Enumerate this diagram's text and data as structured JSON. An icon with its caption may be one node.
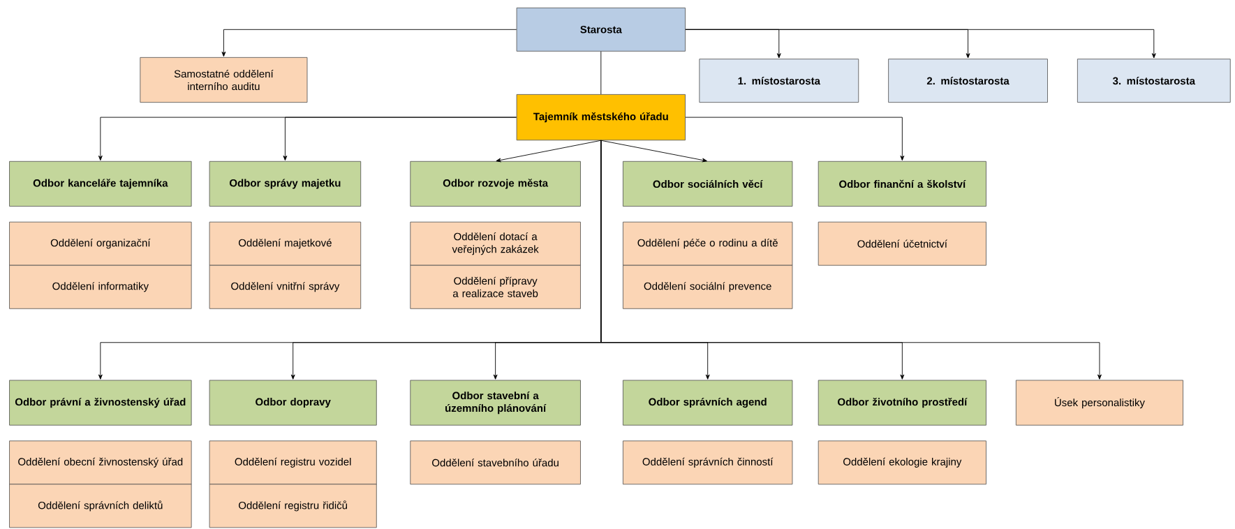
{
  "diagram": {
    "nodes": [
      {
        "text": [
          "Starosta"
        ]
      },
      {
        "text": [
          "Samostatné oddělení interního auditu"
        ]
      },
      {
        "text": [
          "1. místostarosta"
        ]
      },
      {
        "text": [
          "2. místostarosta"
        ]
      },
      {
        "text": [
          "3. místostarosta"
        ]
      },
      {
        "text": [
          "Tajemník městského úřadu"
        ]
      },
      {
        "text": [
          "Odbor kanceláře tajemníka"
        ]
      },
      {
        "text": [
          "Oddělení organizační"
        ]
      },
      {
        "text": [
          "Oddělení informatiky"
        ]
      },
      {
        "text": [
          "Odbor správy majetku"
        ]
      },
      {
        "text": [
          "Oddělení majetkové"
        ]
      },
      {
        "text": [
          "Oddělení vnitřní správy"
        ]
      },
      {
        "text": [
          "Odbor rozvoje města"
        ]
      },
      {
        "text": [
          "Oddělení dotací a veřejných zakázek"
        ]
      },
      {
        "text": [
          "Oddělení přípravy a realizace staveb"
        ]
      },
      {
        "text": [
          "Odbor sociálních věcí"
        ]
      },
      {
        "text": [
          "Oddělení péče o rodinu a dítě"
        ]
      },
      {
        "text": [
          "Oddělení sociální prevence"
        ]
      },
      {
        "text": [
          "Odbor finanční a školství"
        ]
      },
      {
        "text": [
          "Oddělení účetnictví"
        ]
      },
      {
        "text": [
          "Odbor právní a živnostenský úřad"
        ]
      },
      {
        "text": [
          "Oddělení obecní živnostenský úřad"
        ]
      },
      {
        "text": [
          "Oddělení správních deliktů"
        ]
      },
      {
        "text": [
          "Odbor dopravy"
        ]
      },
      {
        "text": [
          "Oddělení registru vozidel"
        ]
      },
      {
        "text": [
          "Oddělení registru řidičů"
        ]
      },
      {
        "text": [
          "Odbor stavební a územního plánování"
        ]
      },
      {
        "text": [
          "Oddělení stavebního úřadu"
        ]
      },
      {
        "text": [
          "Odbor správních agend"
        ]
      },
      {
        "text": [
          "Oddělení správních činností"
        ]
      },
      {
        "text": [
          "Odbor životního prostředí"
        ]
      },
      {
        "text": [
          "Oddělení ekologie krajiny"
        ]
      },
      {
        "text": [
          "Úsek personalistiky"
        ]
      }
    ],
    "edges": [
      {
        "from": 0,
        "to": 1,
        "arrow": "to"
      },
      {
        "from": 0,
        "to": 2,
        "arrow": "to"
      },
      {
        "from": 0,
        "to": 3,
        "arrow": "to"
      },
      {
        "from": 0,
        "to": 4,
        "arrow": "to"
      },
      {
        "from": 0,
        "to": 5,
        "arrow": "none"
      },
      {
        "from": 5,
        "to": 6,
        "arrow": "to"
      },
      {
        "from": 5,
        "to": 9,
        "arrow": "to"
      },
      {
        "from": 5,
        "to": 12,
        "arrow": "to"
      },
      {
        "from": 5,
        "to": 15,
        "arrow": "to"
      },
      {
        "from": 5,
        "to": 18,
        "arrow": "to"
      },
      {
        "from": 5,
        "to": 20,
        "arrow": "to"
      },
      {
        "from": 5,
        "to": 23,
        "arrow": "to"
      },
      {
        "from": 5,
        "to": 26,
        "arrow": "to"
      },
      {
        "from": 5,
        "to": 28,
        "arrow": "to"
      },
      {
        "from": 5,
        "to": 30,
        "arrow": "to"
      },
      {
        "from": 5,
        "to": 32,
        "arrow": "to"
      }
    ]
  }
}
